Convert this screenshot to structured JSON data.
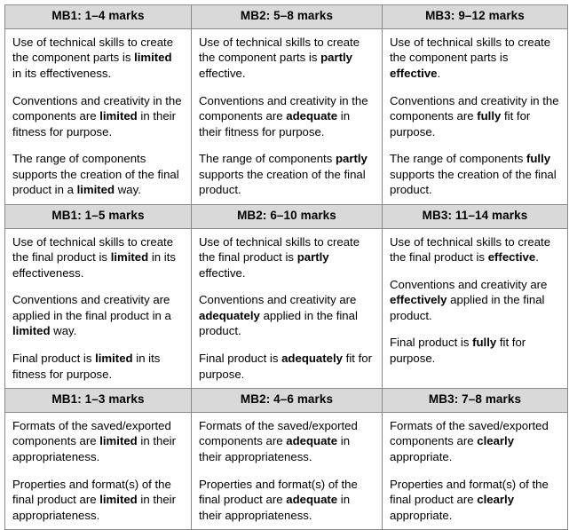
{
  "table": {
    "colors": {
      "header_background": "#d9d9d9",
      "cell_background": "#ffffff",
      "border": "#8a8a8a",
      "text": "#000000"
    },
    "sections": [
      {
        "headers": [
          "MB1: 1–4 marks",
          "MB2: 5–8 marks",
          "MB3: 9–12 marks"
        ],
        "cells": [
          {
            "paragraphs": [
              [
                {
                  "t": "Use of technical skills to create the component parts is ",
                  "b": false
                },
                {
                  "t": "limited",
                  "b": true
                },
                {
                  "t": " in its effectiveness.",
                  "b": false
                }
              ],
              [
                {
                  "t": "Conventions and creativity in the components are ",
                  "b": false
                },
                {
                  "t": "limited",
                  "b": true
                },
                {
                  "t": " in their fitness for purpose.",
                  "b": false
                }
              ],
              [
                {
                  "t": "The range of components supports the creation of the final product in a ",
                  "b": false
                },
                {
                  "t": "limited",
                  "b": true
                },
                {
                  "t": " way.",
                  "b": false
                }
              ]
            ]
          },
          {
            "paragraphs": [
              [
                {
                  "t": "Use of technical skills to create the component parts is ",
                  "b": false
                },
                {
                  "t": "partly",
                  "b": true
                },
                {
                  "t": " effective.",
                  "b": false
                }
              ],
              [
                {
                  "t": "Conventions and creativity in the components are ",
                  "b": false
                },
                {
                  "t": "adequate",
                  "b": true
                },
                {
                  "t": " in their fitness for purpose.",
                  "b": false
                }
              ],
              [
                {
                  "t": "The range of components ",
                  "b": false
                },
                {
                  "t": "partly",
                  "b": true
                },
                {
                  "t": " supports the creation of the final product.",
                  "b": false
                }
              ]
            ]
          },
          {
            "paragraphs": [
              [
                {
                  "t": "Use of technical skills to create the component parts is ",
                  "b": false
                },
                {
                  "t": "effective",
                  "b": true
                },
                {
                  "t": ".",
                  "b": false
                }
              ],
              [
                {
                  "t": "Conventions and creativity in the components are ",
                  "b": false
                },
                {
                  "t": "fully",
                  "b": true
                },
                {
                  "t": " fit for purpose.",
                  "b": false
                }
              ],
              [
                {
                  "t": "The range of components ",
                  "b": false
                },
                {
                  "t": "fully",
                  "b": true
                },
                {
                  "t": " supports the creation of the final product.",
                  "b": false
                }
              ]
            ]
          }
        ]
      },
      {
        "headers": [
          "MB1: 1–5 marks",
          "MB2: 6–10 marks",
          "MB3: 11–14 marks"
        ],
        "cells": [
          {
            "paragraphs": [
              [
                {
                  "t": "Use of technical skills to create the final product is ",
                  "b": false
                },
                {
                  "t": "limited",
                  "b": true
                },
                {
                  "t": " in its effectiveness.",
                  "b": false
                }
              ],
              [
                {
                  "t": "Conventions and creativity are applied in the final product in a ",
                  "b": false
                },
                {
                  "t": "limited",
                  "b": true
                },
                {
                  "t": " way.",
                  "b": false
                }
              ],
              [
                {
                  "t": "Final product is ",
                  "b": false
                },
                {
                  "t": "limited",
                  "b": true
                },
                {
                  "t": " in its fitness for purpose.",
                  "b": false
                }
              ]
            ]
          },
          {
            "paragraphs": [
              [
                {
                  "t": "Use of technical skills to create the final product is ",
                  "b": false
                },
                {
                  "t": "partly",
                  "b": true
                },
                {
                  "t": " effective.",
                  "b": false
                }
              ],
              [
                {
                  "t": "Conventions and creativity are ",
                  "b": false
                },
                {
                  "t": "adequately",
                  "b": true
                },
                {
                  "t": " applied in the final product.",
                  "b": false
                }
              ],
              [
                {
                  "t": "Final product is ",
                  "b": false
                },
                {
                  "t": "adequately",
                  "b": true
                },
                {
                  "t": " fit for purpose.",
                  "b": false
                }
              ]
            ]
          },
          {
            "paragraphs": [
              [
                {
                  "t": "Use of technical skills to create the final product is ",
                  "b": false
                },
                {
                  "t": "effective",
                  "b": true
                },
                {
                  "t": ".",
                  "b": false
                }
              ],
              [
                {
                  "t": "Conventions and creativity are ",
                  "b": false
                },
                {
                  "t": "effectively",
                  "b": true
                },
                {
                  "t": " applied in the final product.",
                  "b": false
                }
              ],
              [
                {
                  "t": "Final product is ",
                  "b": false
                },
                {
                  "t": "fully",
                  "b": true
                },
                {
                  "t": " fit for purpose.",
                  "b": false
                }
              ]
            ]
          }
        ]
      },
      {
        "headers": [
          "MB1: 1–3 marks",
          "MB2: 4–6 marks",
          "MB3: 7–8 marks"
        ],
        "cells": [
          {
            "paragraphs": [
              [
                {
                  "t": "Formats of the saved/exported components are ",
                  "b": false
                },
                {
                  "t": "limited",
                  "b": true
                },
                {
                  "t": " in their appropriateness.",
                  "b": false
                }
              ],
              [
                {
                  "t": "Properties and format(s) of the final product are ",
                  "b": false
                },
                {
                  "t": "limited",
                  "b": true
                },
                {
                  "t": " in their appropriateness.",
                  "b": false
                }
              ]
            ]
          },
          {
            "paragraphs": [
              [
                {
                  "t": "Formats of the saved/exported components are ",
                  "b": false
                },
                {
                  "t": "adequate",
                  "b": true
                },
                {
                  "t": " in their appropriateness.",
                  "b": false
                }
              ],
              [
                {
                  "t": "Properties and format(s) of the final product are ",
                  "b": false
                },
                {
                  "t": "adequate",
                  "b": true
                },
                {
                  "t": " in their appropriateness.",
                  "b": false
                }
              ]
            ]
          },
          {
            "paragraphs": [
              [
                {
                  "t": "Formats of the saved/exported components are ",
                  "b": false
                },
                {
                  "t": "clearly",
                  "b": true
                },
                {
                  "t": " appropriate.",
                  "b": false
                }
              ],
              [
                {
                  "t": "Properties and format(s) of the final product are ",
                  "b": false
                },
                {
                  "t": "clearly",
                  "b": true
                },
                {
                  "t": " appropriate.",
                  "b": false
                }
              ]
            ]
          }
        ]
      }
    ]
  }
}
